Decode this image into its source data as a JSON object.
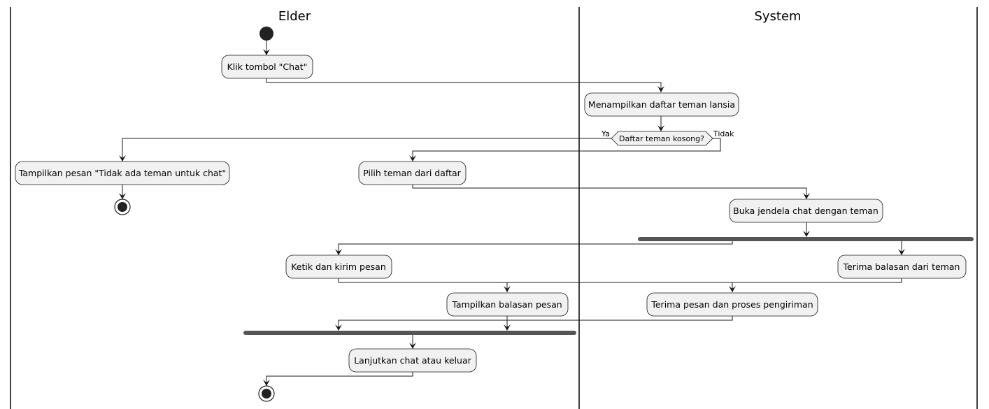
{
  "swimlanes": {
    "elder": "Elder",
    "system": "System"
  },
  "activities": {
    "klik_chat": "Klik tombol \"Chat\"",
    "tampilkan_daftar": "Menampilkan daftar teman lansia",
    "decision": "Daftar teman kosong?",
    "tampilkan_tidak_ada": "Tampilkan pesan \"Tidak ada teman untuk chat\"",
    "pilih_teman": "Pilih teman dari daftar",
    "buka_jendela": "Buka jendela chat dengan teman",
    "ketik_kirim": "Ketik dan kirim pesan",
    "terima_balasan": "Terima balasan dari teman",
    "tampilkan_balasan": "Tampilkan balasan pesan",
    "terima_pesan": "Terima pesan dan proses pengiriman",
    "lanjutkan": "Lanjutkan chat atau keluar"
  },
  "guards": {
    "yes": "Ya",
    "no": "Tidak"
  },
  "colors": {
    "activity_fill": "#f1f1f1",
    "line": "#181818",
    "fork_bar": "#555555"
  }
}
